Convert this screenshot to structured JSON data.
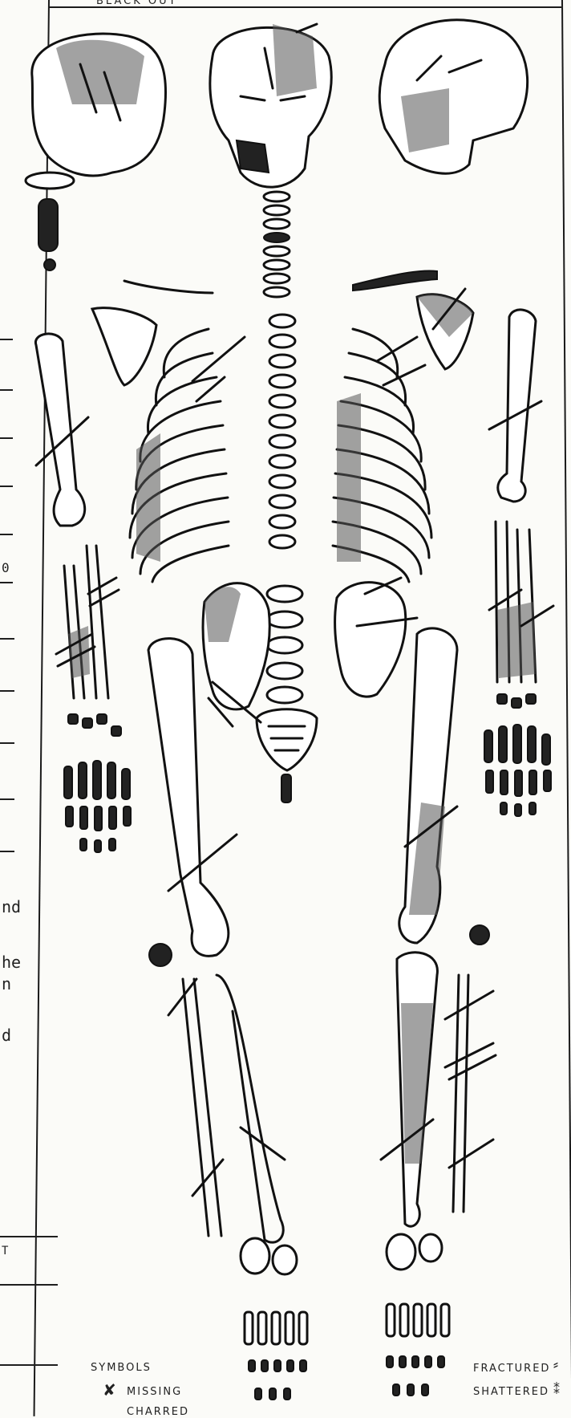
{
  "header": {
    "title": "BLACK OUT"
  },
  "left_column_fragments": [
    {
      "id": "frag-1",
      "text": "0"
    },
    {
      "id": "frag-2",
      "text": "nd"
    },
    {
      "id": "frag-3",
      "text": "he"
    },
    {
      "id": "frag-4",
      "text": "n"
    },
    {
      "id": "frag-5",
      "text": "d"
    },
    {
      "id": "frag-6",
      "text": "T"
    }
  ],
  "legend": {
    "symbols_title": "SYMBOLS",
    "missing_label": "MISSING",
    "charred_label": "CHARRED",
    "fractured_label": "FRACTURED",
    "shattered_label": "SHATTERED"
  },
  "colors": {
    "ink": "#111111",
    "paper": "#fbfbf8",
    "shading": "#555555"
  }
}
